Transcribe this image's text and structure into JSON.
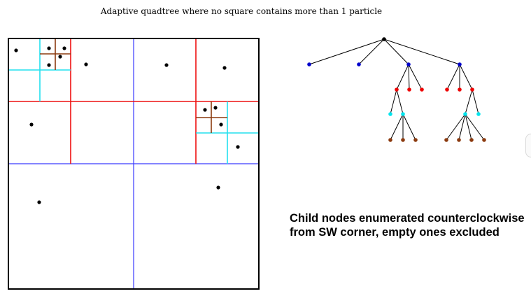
{
  "title": "Adaptive quadtree where no square contains more than 1 particle",
  "caption": {
    "line1": "Child nodes enumerated counterclockwise",
    "line2": "from SW corner, empty ones excluded"
  },
  "colors": {
    "level1": "#0000cc",
    "level2": "#ff0000",
    "level3": "#00e5ee",
    "level4": "#8b3a0f",
    "particle": "#000000",
    "frame": "#000000"
  }
}
